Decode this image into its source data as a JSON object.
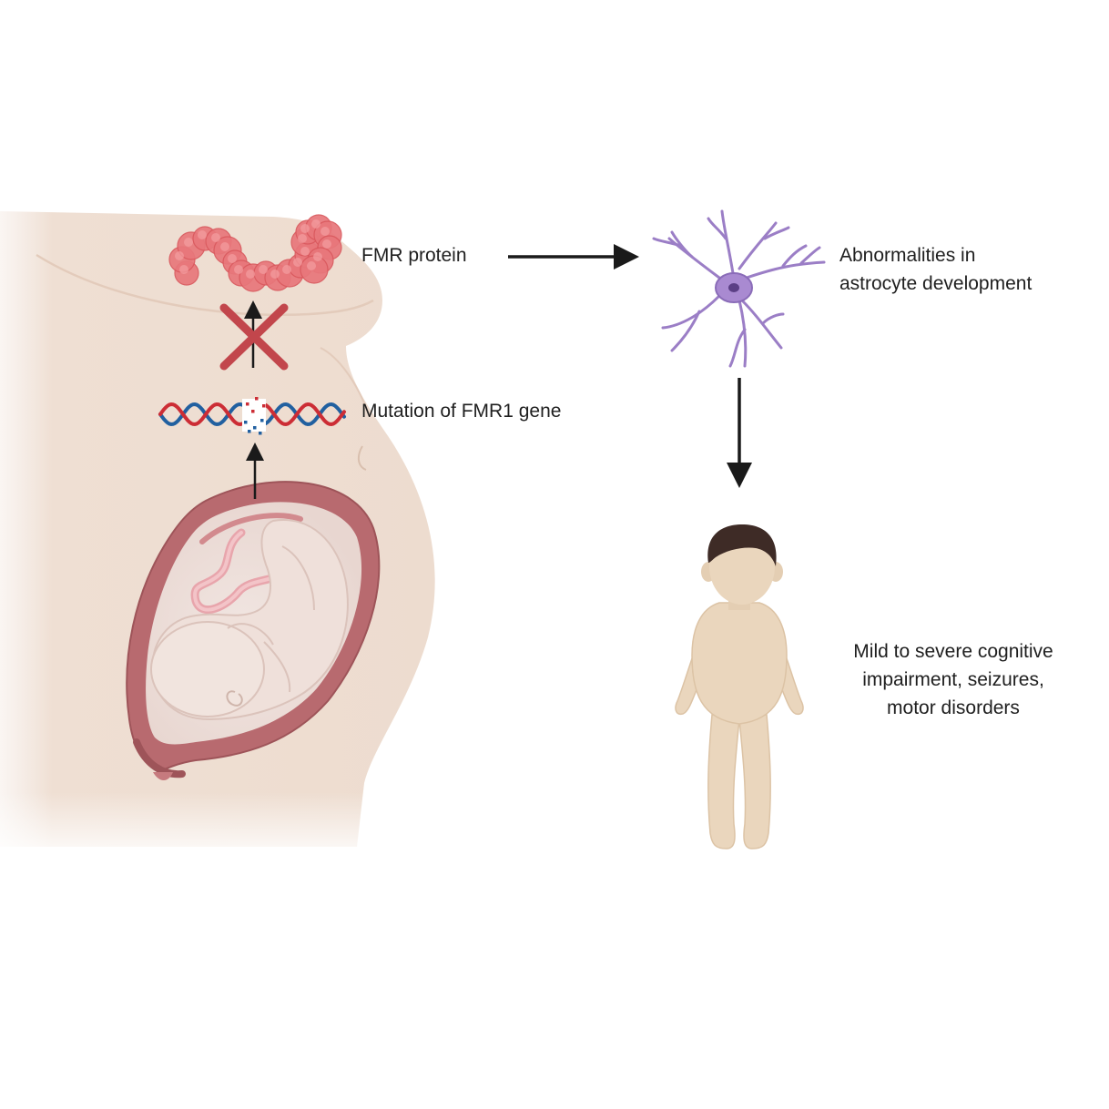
{
  "labels": {
    "protein": "FMR protein",
    "mutation": "Mutation of FMR1 gene",
    "astrocyte_line1": "Abnormalities in",
    "astrocyte_line2": "astrocyte development",
    "outcome_line1": "Mild to severe cognitive",
    "outcome_line2": "impairment, seizures,",
    "outcome_line3": "motor disorders"
  },
  "icons": {
    "pregnant_body": "pregnant-abdomen-illustration",
    "fetus": "fetus-in-uterus-illustration",
    "dna": "dna-double-helix-with-mutation",
    "protein": "protein-chain",
    "blocked": "red-cross-block",
    "astrocyte": "astrocyte-cell",
    "child": "child-figure"
  },
  "colors": {
    "skin_body": "#eeddd0",
    "uterus": "#b86a6f",
    "fetus_skin": "#efe0da",
    "protein": "#e8777b",
    "cross": "#c2464c",
    "dna_red": "#cc2d35",
    "dna_blue": "#2160a0",
    "astrocyte": "#9b7ec6",
    "child_skin": "#ead6bd",
    "child_hair": "#3e2b26",
    "arrow": "#1a1a1a"
  }
}
